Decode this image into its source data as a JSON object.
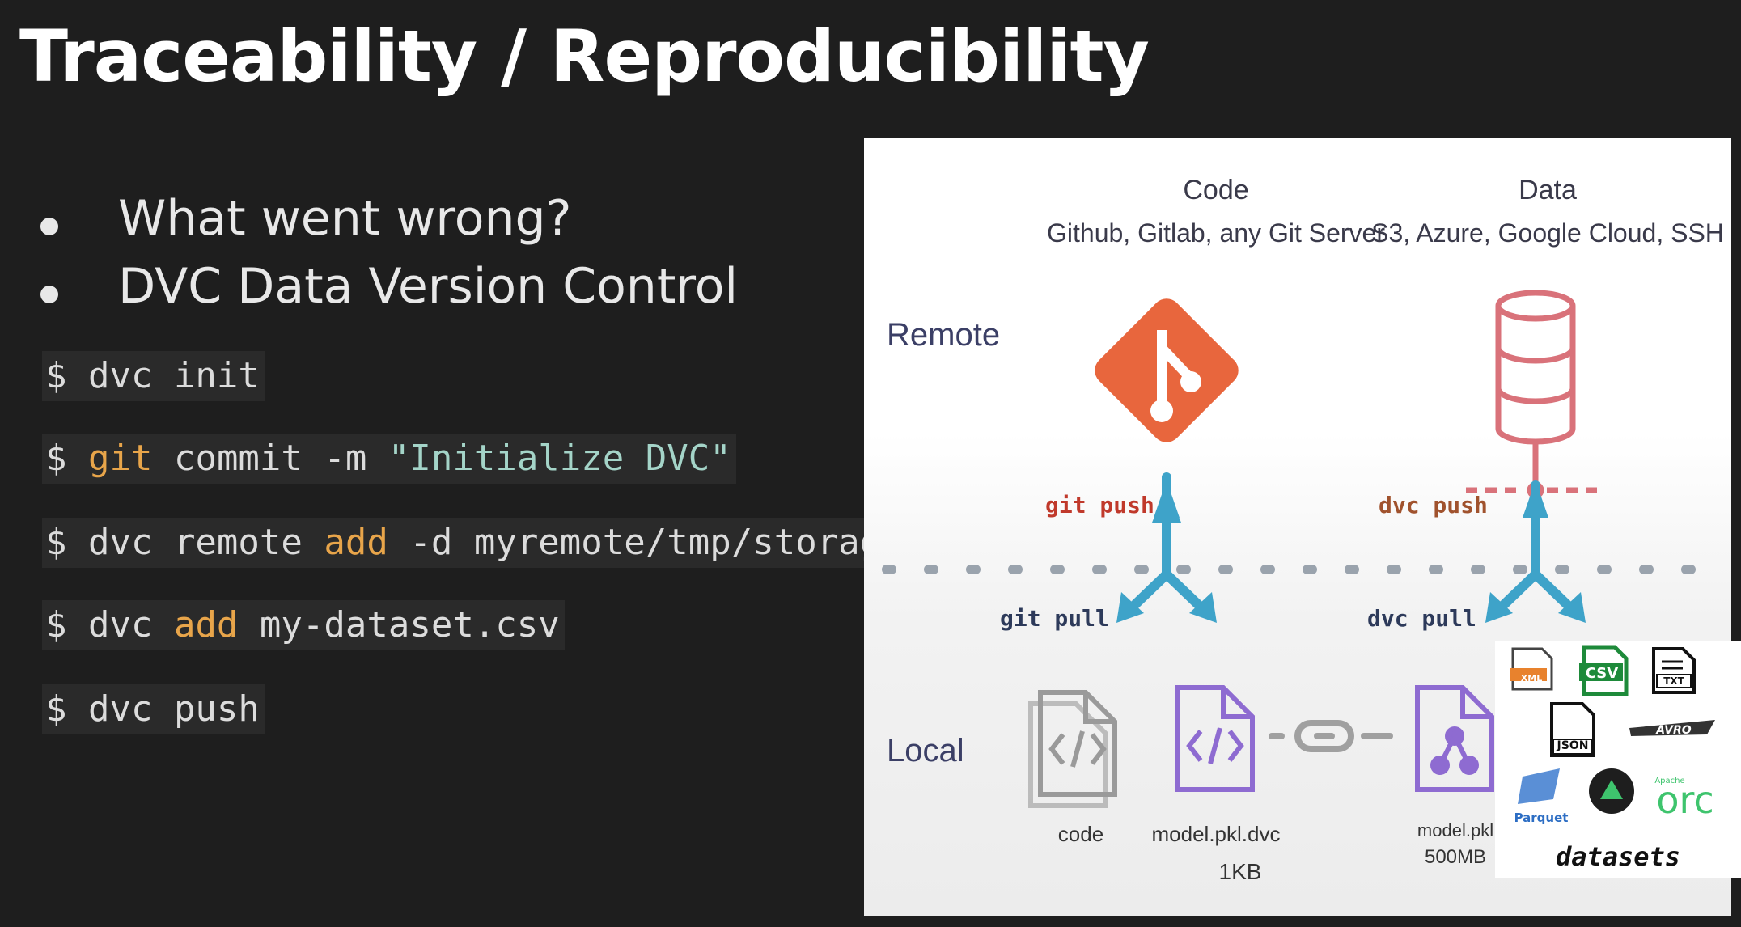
{
  "slide": {
    "title": "Traceability / Reproducibility",
    "bullets": [
      "What went wrong?",
      "DVC Data Version Control"
    ]
  },
  "commands": [
    {
      "prompt": "$ ",
      "parts": [
        {
          "text": "dvc init",
          "color": "plain"
        }
      ]
    },
    {
      "prompt": "$ ",
      "parts": [
        {
          "text": "git",
          "color": "orange"
        },
        {
          "text": " commit -m ",
          "color": "plain"
        },
        {
          "text": "\"Initialize DVC\"",
          "color": "teal"
        }
      ]
    },
    {
      "prompt": "$ ",
      "parts": [
        {
          "text": "dvc remote ",
          "color": "plain"
        },
        {
          "text": "add",
          "color": "orange"
        },
        {
          "text": " -d myremote/tmp/storage",
          "color": "plain"
        }
      ]
    },
    {
      "prompt": "$ ",
      "parts": [
        {
          "text": "dvc ",
          "color": "plain"
        },
        {
          "text": "add",
          "color": "orange"
        },
        {
          "text": " my-dataset.csv",
          "color": "plain"
        }
      ]
    },
    {
      "prompt": "$ ",
      "parts": [
        {
          "text": "dvc push",
          "color": "plain"
        }
      ]
    }
  ],
  "diagram": {
    "code_header": "Code",
    "code_sub": "Github, Gitlab, any Git Server",
    "data_header": "Data",
    "data_sub": "S3, Azure, Google Cloud, SSH",
    "remote_label": "Remote",
    "local_label": "Local",
    "git_push": "git push",
    "git_pull": "git pull",
    "dvc_push": "dvc push",
    "dvc_pull": "dvc pull",
    "file_code": "code",
    "file_model_dvc": "model.pkl.dvc",
    "file_model_dvc_size": "1KB",
    "file_model": "model.pkl",
    "file_model_size": "500MB"
  },
  "datasets": {
    "label": "datasets",
    "formats": [
      "XML",
      "CSV",
      "TXT",
      "JSON",
      "AVRO",
      "Parquet",
      "Apache",
      "orc"
    ]
  },
  "colors": {
    "background": "#1e1e1e",
    "git_orange": "#e8663d",
    "db_pink": "#d9727a",
    "arrow_blue": "#3ea3c9",
    "file_purple": "#8e6bd1",
    "cmd_orange": "#e8a54a",
    "cmd_teal": "#a4d4c8"
  }
}
